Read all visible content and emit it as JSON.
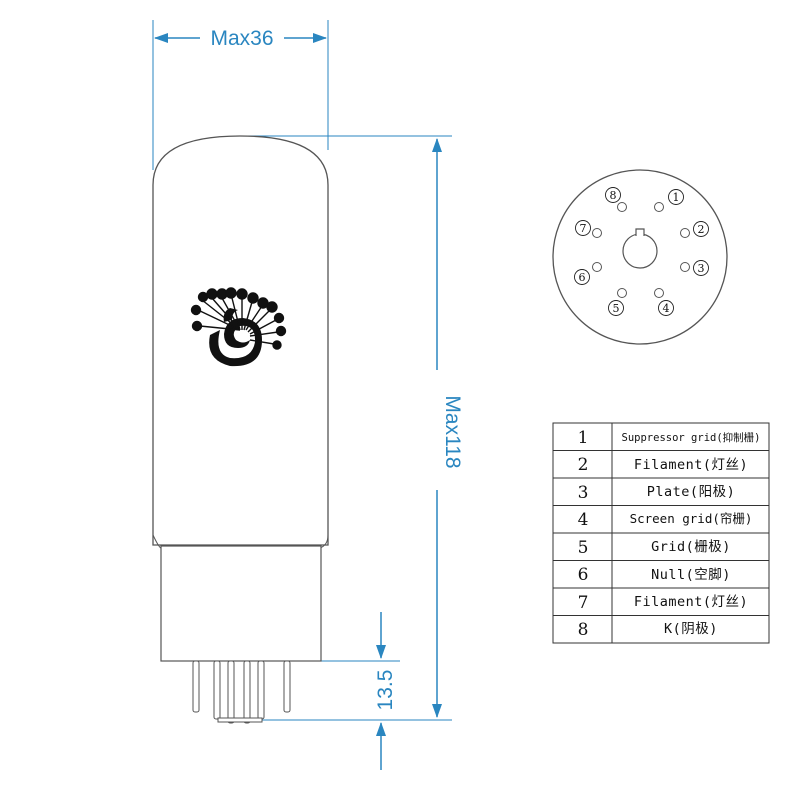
{
  "dimensions": {
    "width_label": "Max36",
    "height_label": "Max118",
    "pin_length_label": "13.5"
  },
  "socket": {
    "pins": [
      "1",
      "2",
      "3",
      "4",
      "5",
      "6",
      "7",
      "8"
    ]
  },
  "pin_table": {
    "rows": [
      {
        "num": "1",
        "desc": "Suppressor grid(抑制栅)"
      },
      {
        "num": "2",
        "desc": "Filament(灯丝)"
      },
      {
        "num": "3",
        "desc": "Plate(阳极)"
      },
      {
        "num": "4",
        "desc": "Screen grid(帘栅)"
      },
      {
        "num": "5",
        "desc": "Grid(栅极)"
      },
      {
        "num": "6",
        "desc": "Null(空脚)"
      },
      {
        "num": "7",
        "desc": "Filament(灯丝)"
      },
      {
        "num": "8",
        "desc": "K(阴极)"
      }
    ]
  },
  "colors": {
    "dimension": "#2a86c0",
    "outline": "#555555"
  }
}
